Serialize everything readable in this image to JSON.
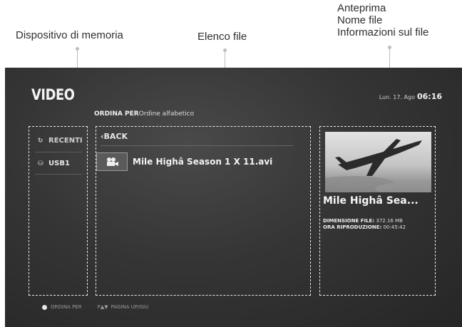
{
  "annotations": {
    "memory_device": "Dispositivo di memoria",
    "file_list": "Elenco file",
    "info_lines": [
      "Anteprima",
      "Nome file",
      "Informazioni sul file"
    ]
  },
  "header": {
    "title": "VIDEO",
    "sort_key": "ORDINA PER",
    "sort_value": "Ordine alfabetico",
    "date": "Lun. 17. Ago",
    "time": "06:16"
  },
  "devices": {
    "recent": "RECENTI",
    "usb": "USB1"
  },
  "files": {
    "back_label": "BACK",
    "items": [
      "Mile Highâ  Season 1 X 11.avi"
    ]
  },
  "info": {
    "name": "Mile Highâ  Sea...",
    "size_label": "DIMENSIONE FILE:",
    "size_value": "372.16 MB",
    "runtime_label": "ORA RIPRODUZIONE:",
    "runtime_value": "00:45:42"
  },
  "footer": {
    "sort_by": "ORDINA PER",
    "page_hint": "PAGINA UP/GIÙ",
    "page_keys": "P▲▼"
  },
  "colors": {
    "screen_bg": "#333333",
    "text_primary": "#f2f2f2",
    "dashed_border": "#e6e6e6"
  }
}
